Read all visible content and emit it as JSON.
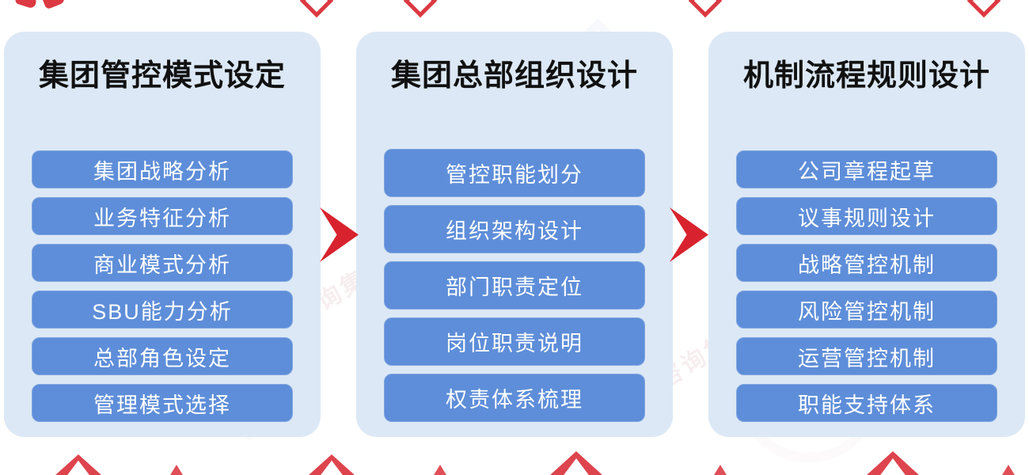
{
  "diagram": {
    "stages": [
      {
        "title": "集团管控模式设定",
        "steps": [
          "集团战略分析",
          "业务特征分析",
          "商业模式分析",
          "SBU能力分析",
          "总部角色设定",
          "管理模式选择"
        ]
      },
      {
        "title": "集团总部组织设计",
        "steps": [
          "管控职能划分",
          "组织架构设计",
          "部门职责定位",
          "岗位职责说明",
          "权责体系梳理"
        ]
      },
      {
        "title": "机制流程规则设计",
        "steps": [
          "公司章程起草",
          "议事规则设计",
          "战略管控机制",
          "风险管控机制",
          "运营管控机制",
          "职能支持体系"
        ]
      }
    ]
  },
  "watermark": {
    "text": "正睿咨询集团"
  },
  "colors": {
    "canvas_bg": "#ffffff",
    "panel_bg": "#dce8f5",
    "pill_bg": "#5e8ed9",
    "pill_text": "#ffffff",
    "title_text": "#111111",
    "arrow_red": "#d8232e"
  }
}
